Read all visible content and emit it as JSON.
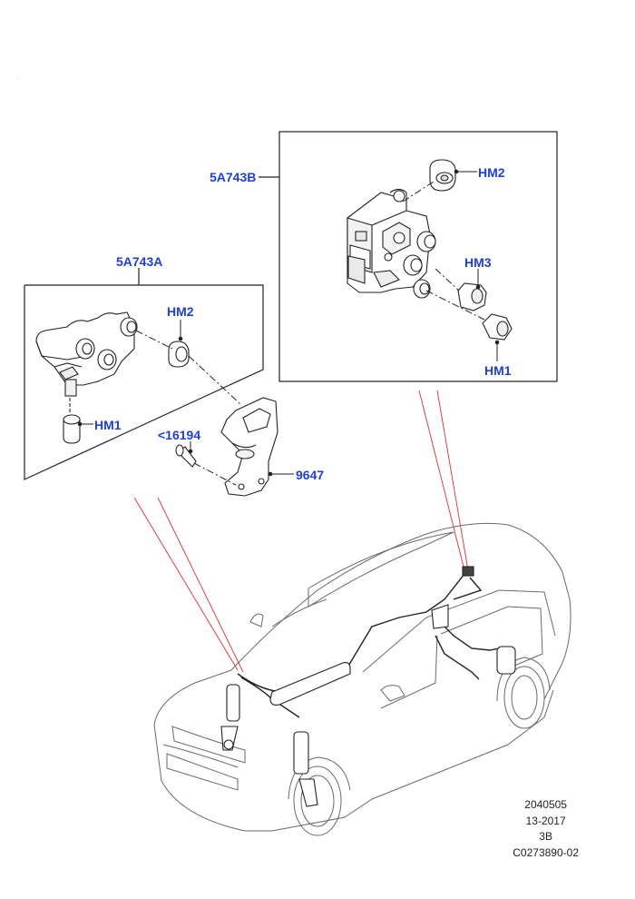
{
  "callouts": {
    "assembly_b": "5A743B",
    "assembly_a": "5A743A",
    "b_hm2": "HM2",
    "b_hm3": "HM3",
    "b_hm1": "HM1",
    "a_hm2": "HM2",
    "a_hm1": "HM1",
    "bolt": "<16194",
    "bracket": "9647"
  },
  "footer": {
    "ref_number": "2040505",
    "date_code": "13-2017",
    "revision": "3B",
    "illustration_id": "C0273890-02"
  },
  "colors": {
    "callout": "#1f3fd6",
    "linework": "#222222",
    "vehicle": "#6a6a6a",
    "leader": "#e03030"
  }
}
